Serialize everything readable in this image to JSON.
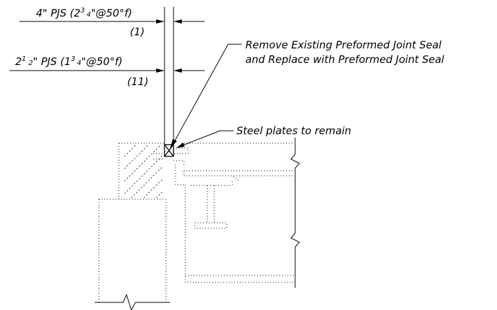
{
  "callouts": {
    "pjs_4": {
      "main": "4\" PJS (2",
      "sup": "3",
      "slash": "/",
      "sub": "4",
      "tail": "\"@50°f)",
      "ref": "(1)"
    },
    "pjs_2_5": {
      "lead": "2",
      "lead_sup": "1",
      "lead_slash": "/",
      "lead_sub": "2",
      "main": "\" PJS (1",
      "sup": "3",
      "slash": "/",
      "sub": "4",
      "tail": "\"@50°f)",
      "ref": "(11)"
    },
    "remove_note": {
      "line1": "Remove Existing Preformed Joint Seal",
      "line2": "and Replace with Preformed Joint Seal"
    },
    "steel_plates_note": "Steel plates to remain"
  }
}
